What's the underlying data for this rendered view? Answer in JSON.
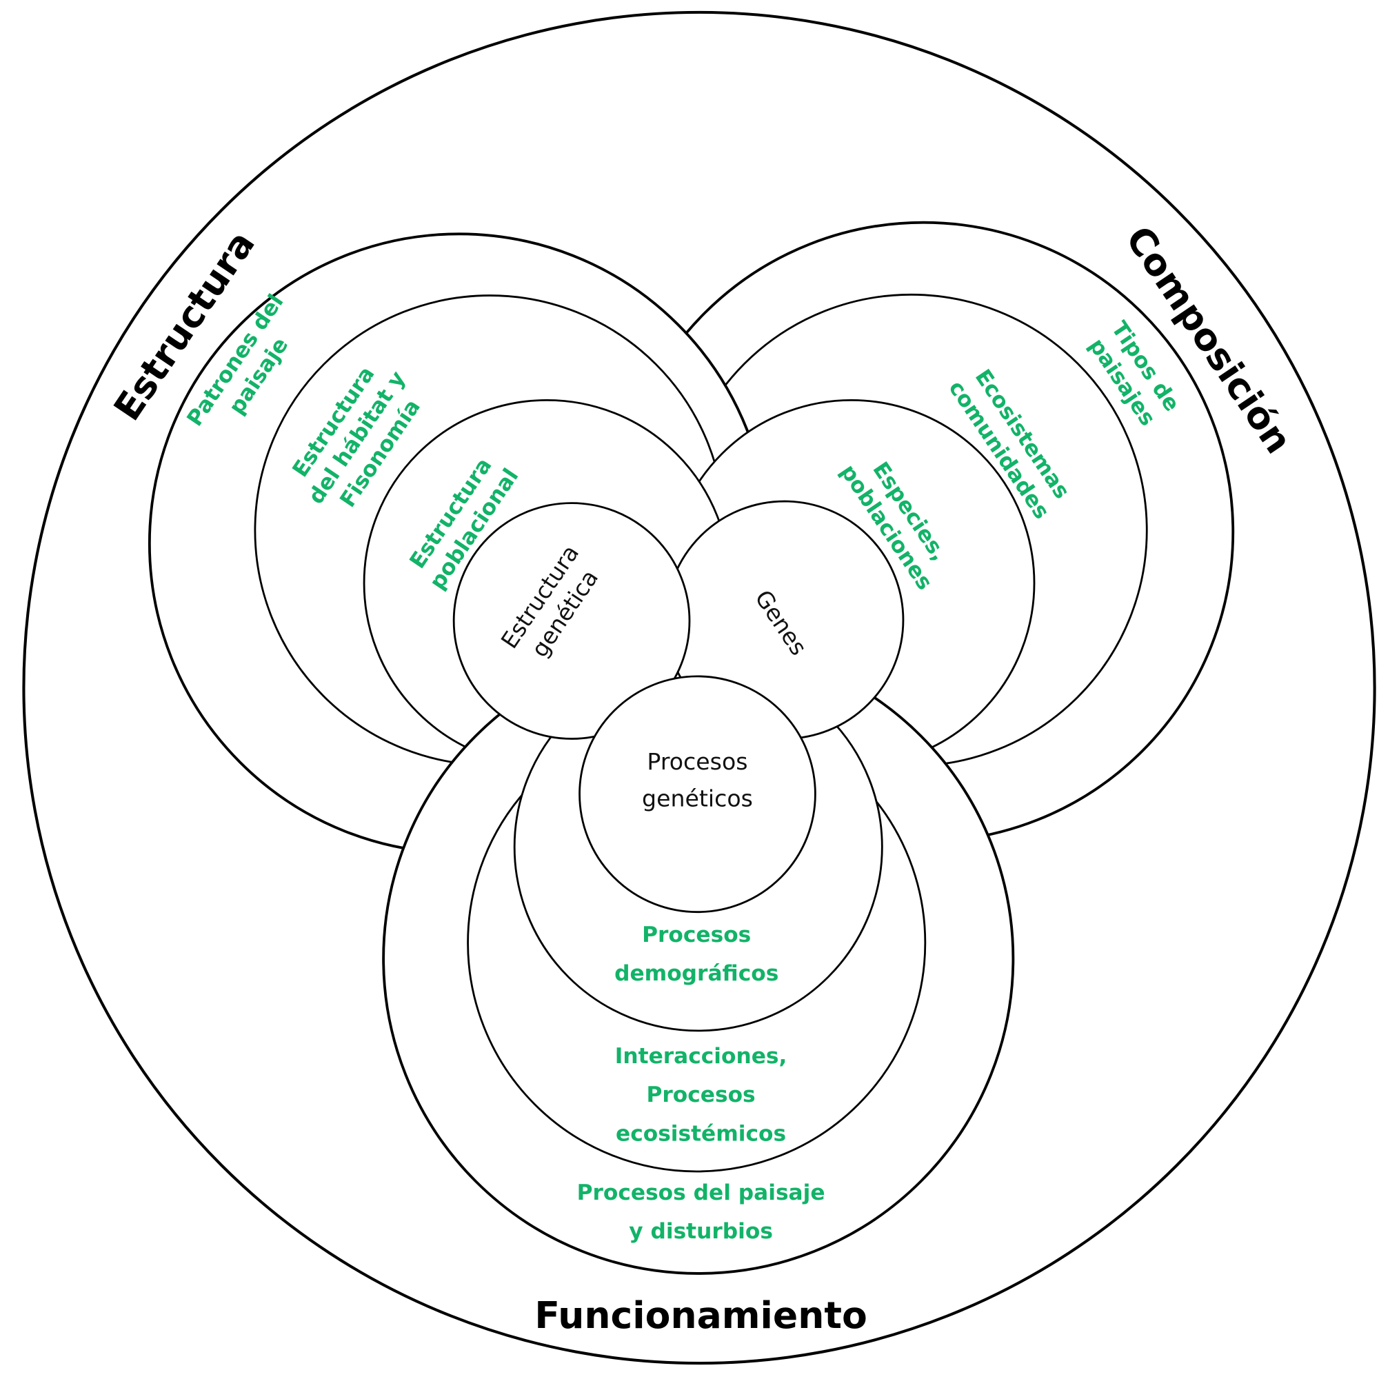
{
  "diagram": {
    "title_estructura": "Estructura",
    "title_composicion": "Composición",
    "title_funcionamiento": "Funcionamiento",
    "colors": {
      "level_label": "#12b368",
      "core_label": "#111111",
      "outline": "#000000"
    },
    "estructura": {
      "levels": [
        [
          "Patrones del",
          "paisaje"
        ],
        [
          "Estructura",
          "del hábitat y",
          "Fisonomía"
        ],
        [
          "Estructura",
          "poblacional"
        ],
        [
          "Estructura",
          "genética"
        ]
      ]
    },
    "composicion": {
      "levels": [
        [
          "Tipos de",
          "paisajes"
        ],
        [
          "Ecosistemas",
          "comunidades"
        ],
        [
          "Especies,",
          "poblaciones"
        ],
        [
          "Genes"
        ]
      ]
    },
    "funcionamiento": {
      "levels": [
        [
          "Procesos del paisaje",
          "y disturbios"
        ],
        [
          "Interacciones,",
          "Procesos",
          "ecosistémicos"
        ],
        [
          "Procesos",
          "demográficos"
        ],
        [
          "Procesos",
          "genéticos"
        ]
      ]
    }
  }
}
